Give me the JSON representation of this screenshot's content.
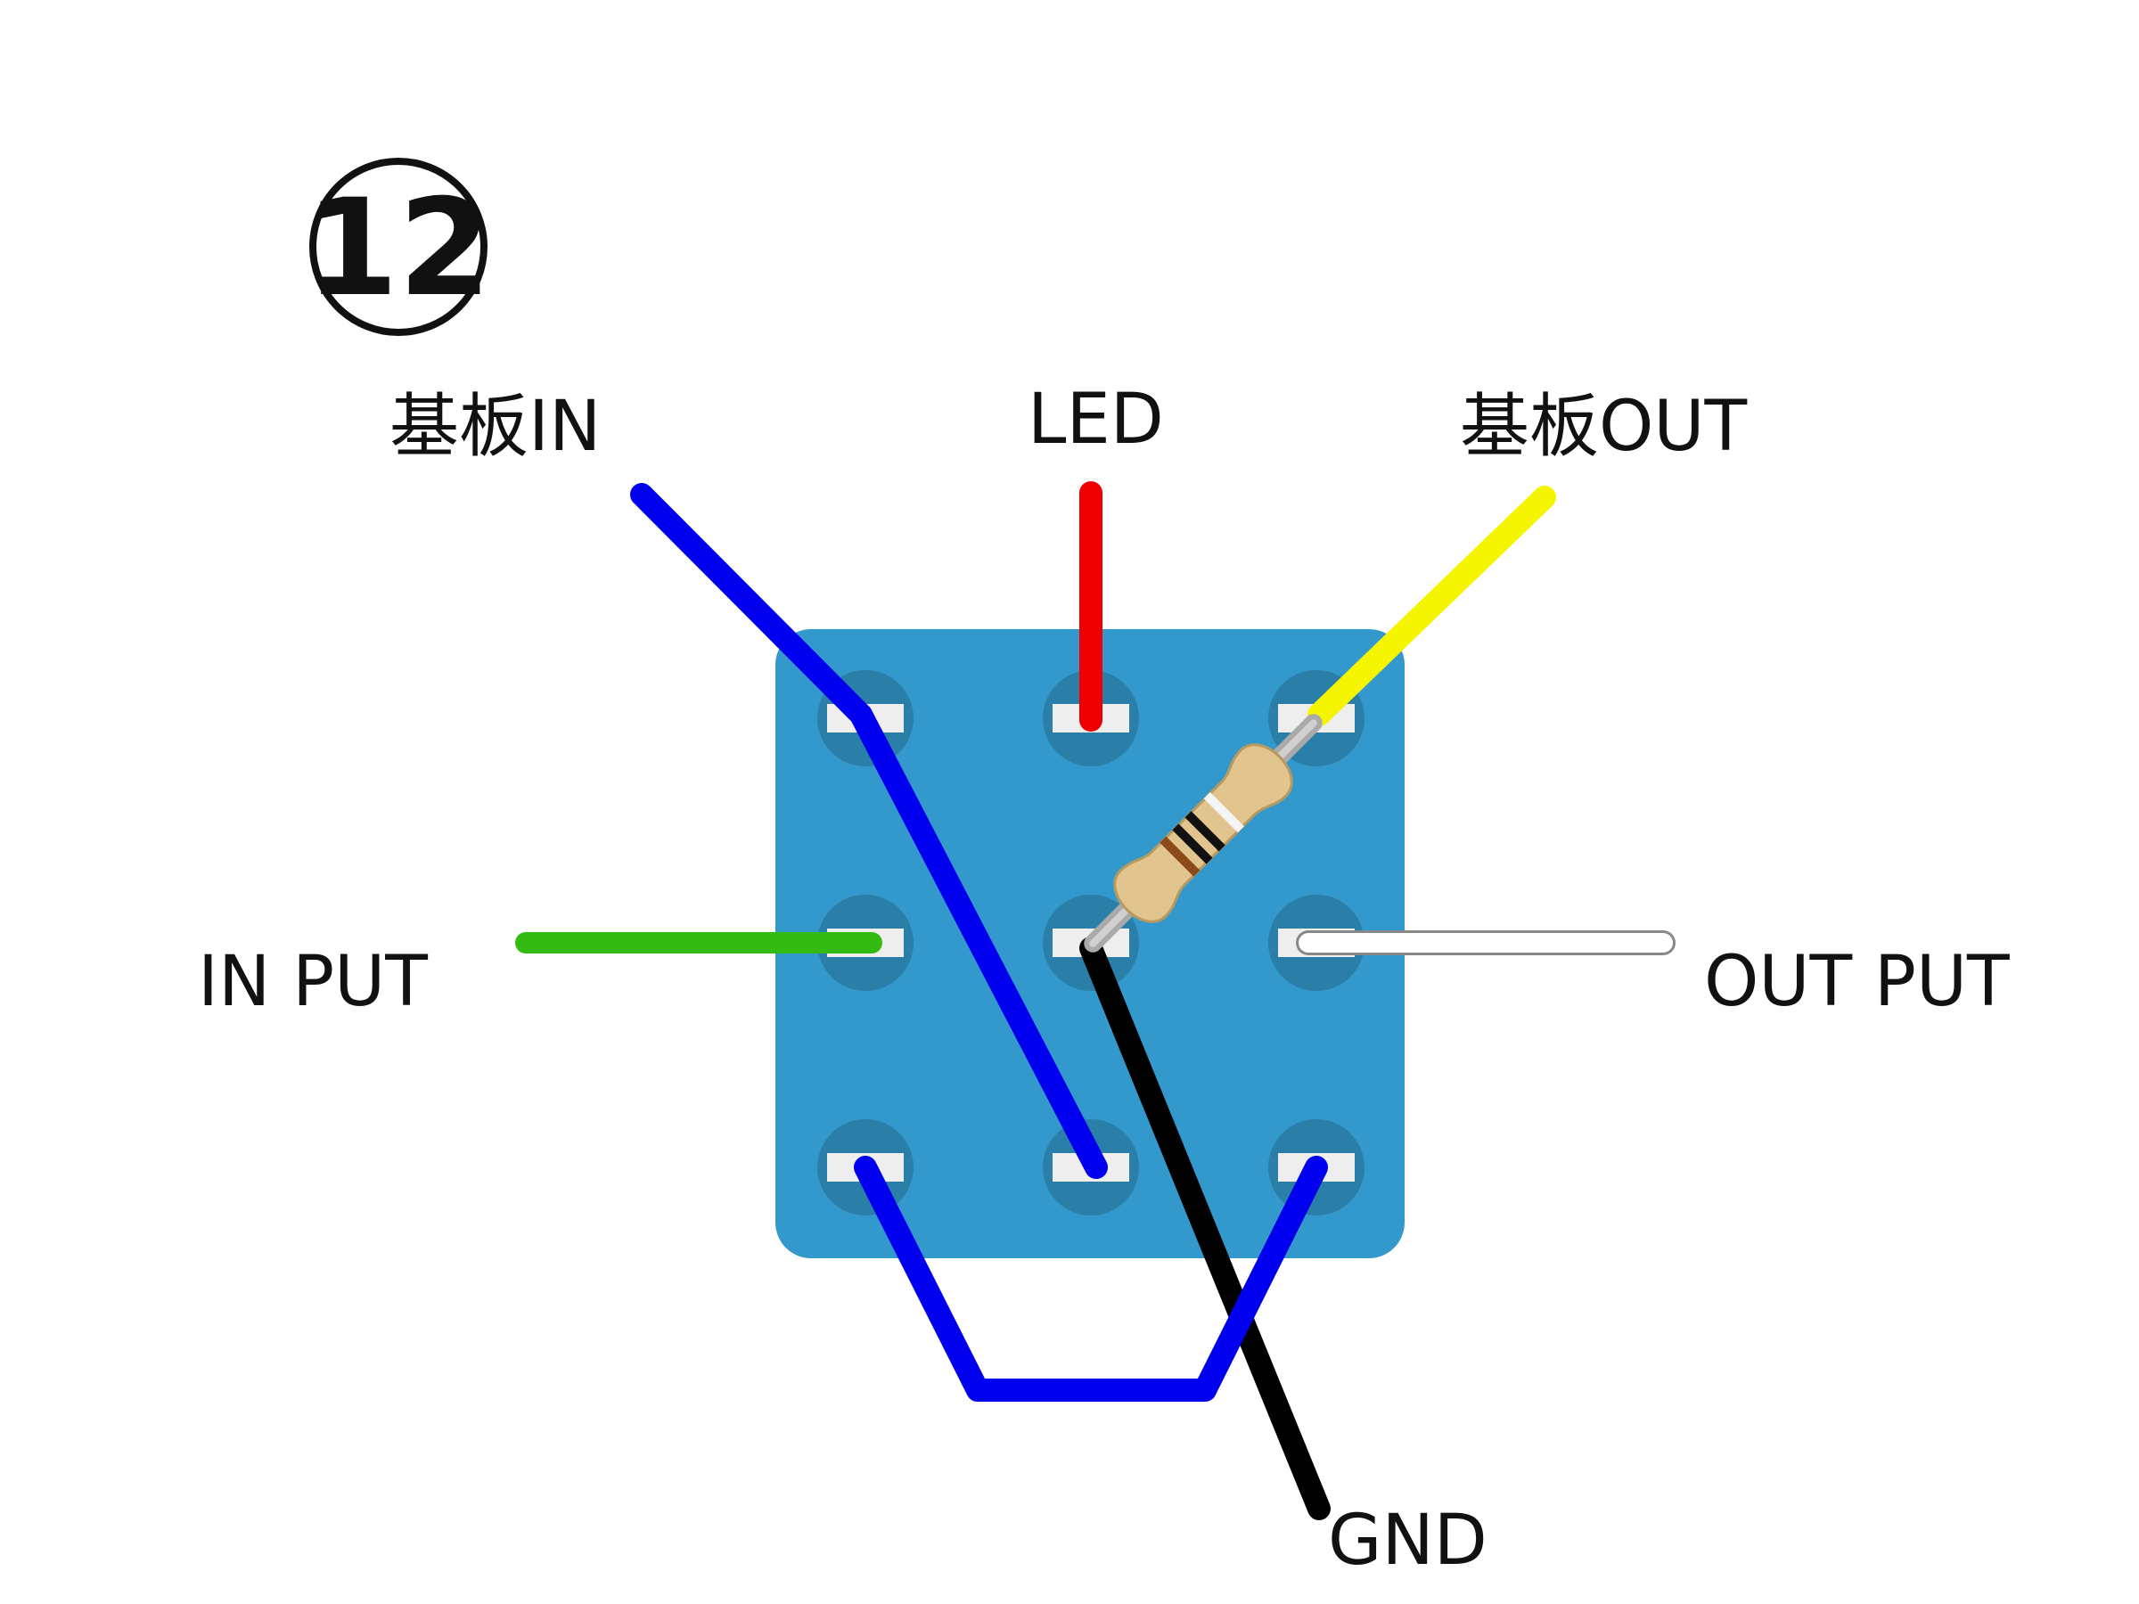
{
  "step_number": "12",
  "labels": {
    "board_in": "基板IN",
    "led": "LED",
    "board_out": "基板OUT",
    "input": "IN PUT",
    "output": "OUT PUT",
    "gnd": "GND"
  },
  "colors": {
    "switch_body": "#3399cc",
    "switch_lug_well": "#2a7fa8",
    "lug": "#eeeeee",
    "wire_board_in": "#0000ee",
    "wire_led": "#ee0000",
    "wire_board_out": "#f5f500",
    "wire_input": "#33bb11",
    "wire_output": "#ffffff",
    "wire_gnd": "#000000",
    "wire_jumper": "#0000ee",
    "resistor_body": "#e2c48e",
    "resistor_lead": "#aaaaaa"
  },
  "icons": {
    "switch": "3pdt-footswitch-icon",
    "resistor": "resistor-icon"
  }
}
